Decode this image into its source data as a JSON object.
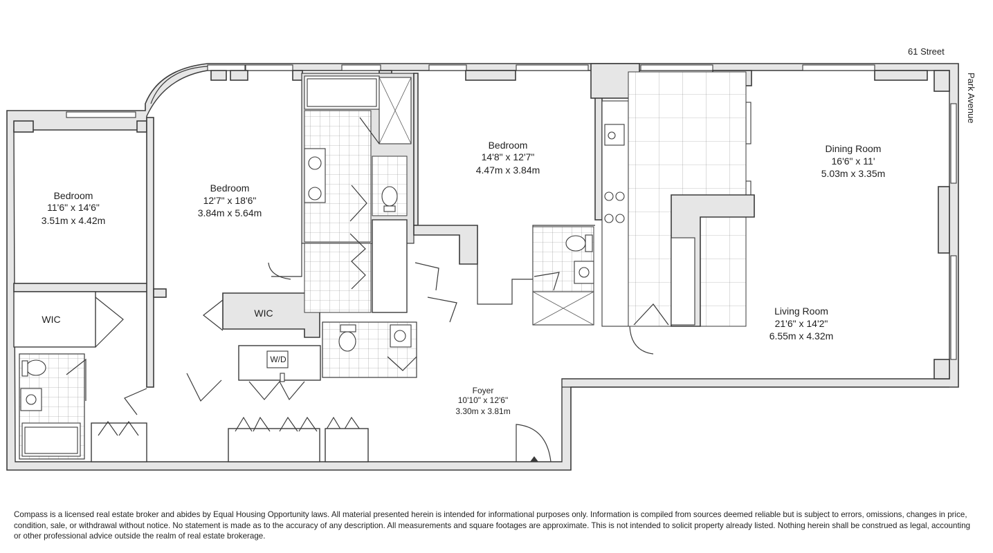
{
  "streets": {
    "north": "61 Street",
    "east": "Park Avenue"
  },
  "rooms": [
    {
      "id": "bedroom-1",
      "name": "Bedroom",
      "imperial": "11'6\" x 14'6\"",
      "metric": "3.51m x 4.42m"
    },
    {
      "id": "bedroom-2",
      "name": "Bedroom",
      "imperial": "12'7\" x 18'6\"",
      "metric": "3.84m x 5.64m"
    },
    {
      "id": "bedroom-3",
      "name": "Bedroom",
      "imperial": "14'8\" x 12'7\"",
      "metric": "4.47m x 3.84m"
    },
    {
      "id": "dining-room",
      "name": "Dining Room",
      "imperial": "16'6\" x 11'",
      "metric": "5.03m x 3.35m"
    },
    {
      "id": "living-room",
      "name": "Living Room",
      "imperial": "21'6\" x 14'2\"",
      "metric": "6.55m x 4.32m"
    },
    {
      "id": "foyer",
      "name": "Foyer",
      "imperial": "10'10\" x 12'6\"",
      "metric": "3.30m x 3.81m"
    }
  ],
  "labels": {
    "wic_1": "WIC",
    "wic_2": "WIC",
    "wd": "W/D"
  },
  "disclaimer": "Compass is a licensed real estate broker and abides by Equal Housing Opportunity laws. All material presented herein is intended for informational purposes only. Information is compiled from sources deemed reliable but is subject to errors, omissions, changes in price, condition, sale, or withdrawal without notice. No statement is made as to the accuracy of any description. All measurements and square footages are approximate. This is not intended to solicit property already listed. Nothing herein shall be construed as legal, accounting or other professional advice outside the realm of real estate brokerage."
}
